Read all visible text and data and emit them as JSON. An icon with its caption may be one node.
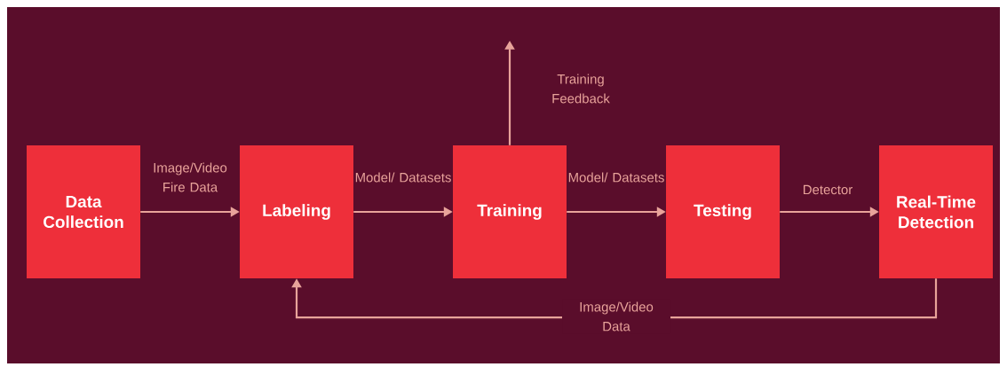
{
  "diagram": {
    "nodes": [
      {
        "text": [
          "Data Collection"
        ]
      },
      {
        "text": [
          "Labeling"
        ]
      },
      {
        "text": [
          "Training"
        ]
      },
      {
        "text": [
          "Testing"
        ]
      },
      {
        "text": [
          "Real-Time Detection"
        ]
      }
    ],
    "edges": [
      {
        "from": 0,
        "to": 1,
        "arrow": "to",
        "label": "Image/Video Fire Data"
      },
      {
        "from": 1,
        "to": 2,
        "arrow": "to",
        "label": "Model/ Datasets"
      },
      {
        "from": 2,
        "to": 3,
        "arrow": "to",
        "label": "Model/ Datasets"
      },
      {
        "from": 3,
        "to": 4,
        "arrow": "to",
        "label": "Detector"
      },
      {
        "from": 2,
        "to": null,
        "arrow": "to",
        "label": "Training Feedback"
      },
      {
        "from": 4,
        "to": 1,
        "arrow": "to",
        "label": "Image/Video Data"
      }
    ]
  }
}
